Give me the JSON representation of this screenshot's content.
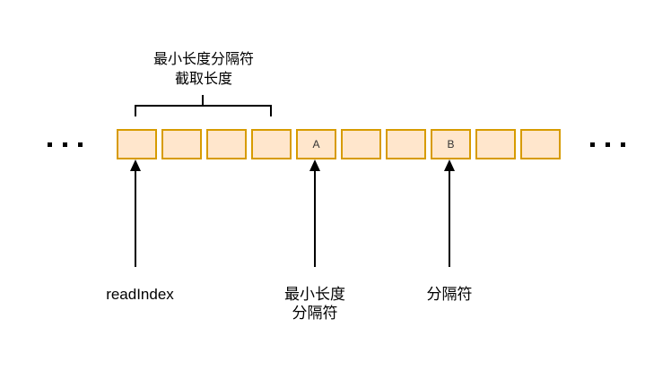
{
  "diagram": {
    "top_annotation": {
      "line1": "最小长度分隔符",
      "line2": "截取长度"
    },
    "cells": [
      "",
      "",
      "",
      "",
      "A",
      "",
      "",
      "B",
      "",
      ""
    ],
    "ellipsis_left": "...",
    "ellipsis_right": "...",
    "pointers": {
      "read_index": {
        "label": "readIndex"
      },
      "min_length_delimiter": {
        "line1": "最小长度",
        "line2": "分隔符"
      },
      "delimiter": {
        "label": "分隔符"
      }
    },
    "colors": {
      "cell_fill": "#ffe6cc",
      "cell_border": "#d79b00",
      "line": "#000000",
      "text": "#000000"
    }
  }
}
